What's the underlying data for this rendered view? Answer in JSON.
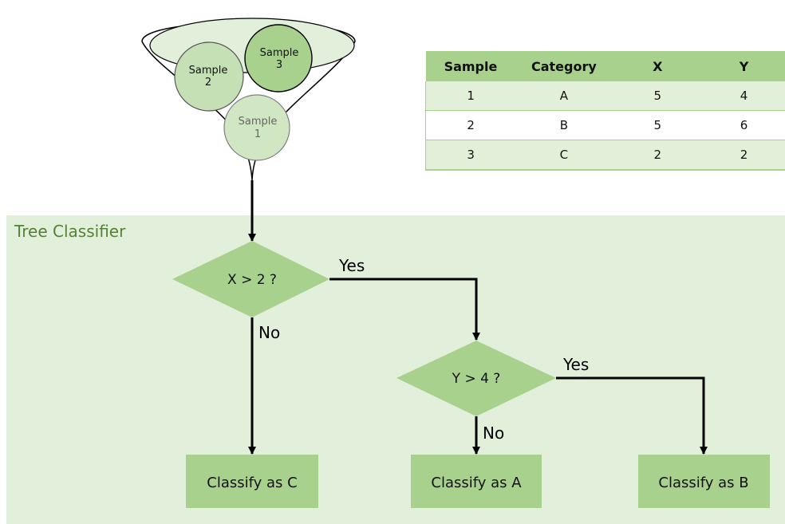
{
  "table": {
    "headers": [
      "Sample",
      "Category",
      "X",
      "Y"
    ],
    "rows": [
      [
        "1",
        "A",
        "5",
        "4"
      ],
      [
        "2",
        "B",
        "5",
        "6"
      ],
      [
        "3",
        "C",
        "2",
        "2"
      ]
    ]
  },
  "funnel": {
    "sample1": [
      "Sample",
      "1"
    ],
    "sample2": [
      "Sample",
      "2"
    ],
    "sample3": [
      "Sample",
      "3"
    ]
  },
  "classifier": {
    "title": "Tree Classifier",
    "decision1": "X > 2 ?",
    "decision2": "Y > 4 ?",
    "yes": "Yes",
    "no": "No",
    "leaf_c": "Classify as C",
    "leaf_a": "Classify as A",
    "leaf_b": "Classify as B"
  },
  "colors": {
    "panel": "#e2efda",
    "shape": "#a9d18e",
    "text_dark": "#111111",
    "title": "#548235"
  }
}
